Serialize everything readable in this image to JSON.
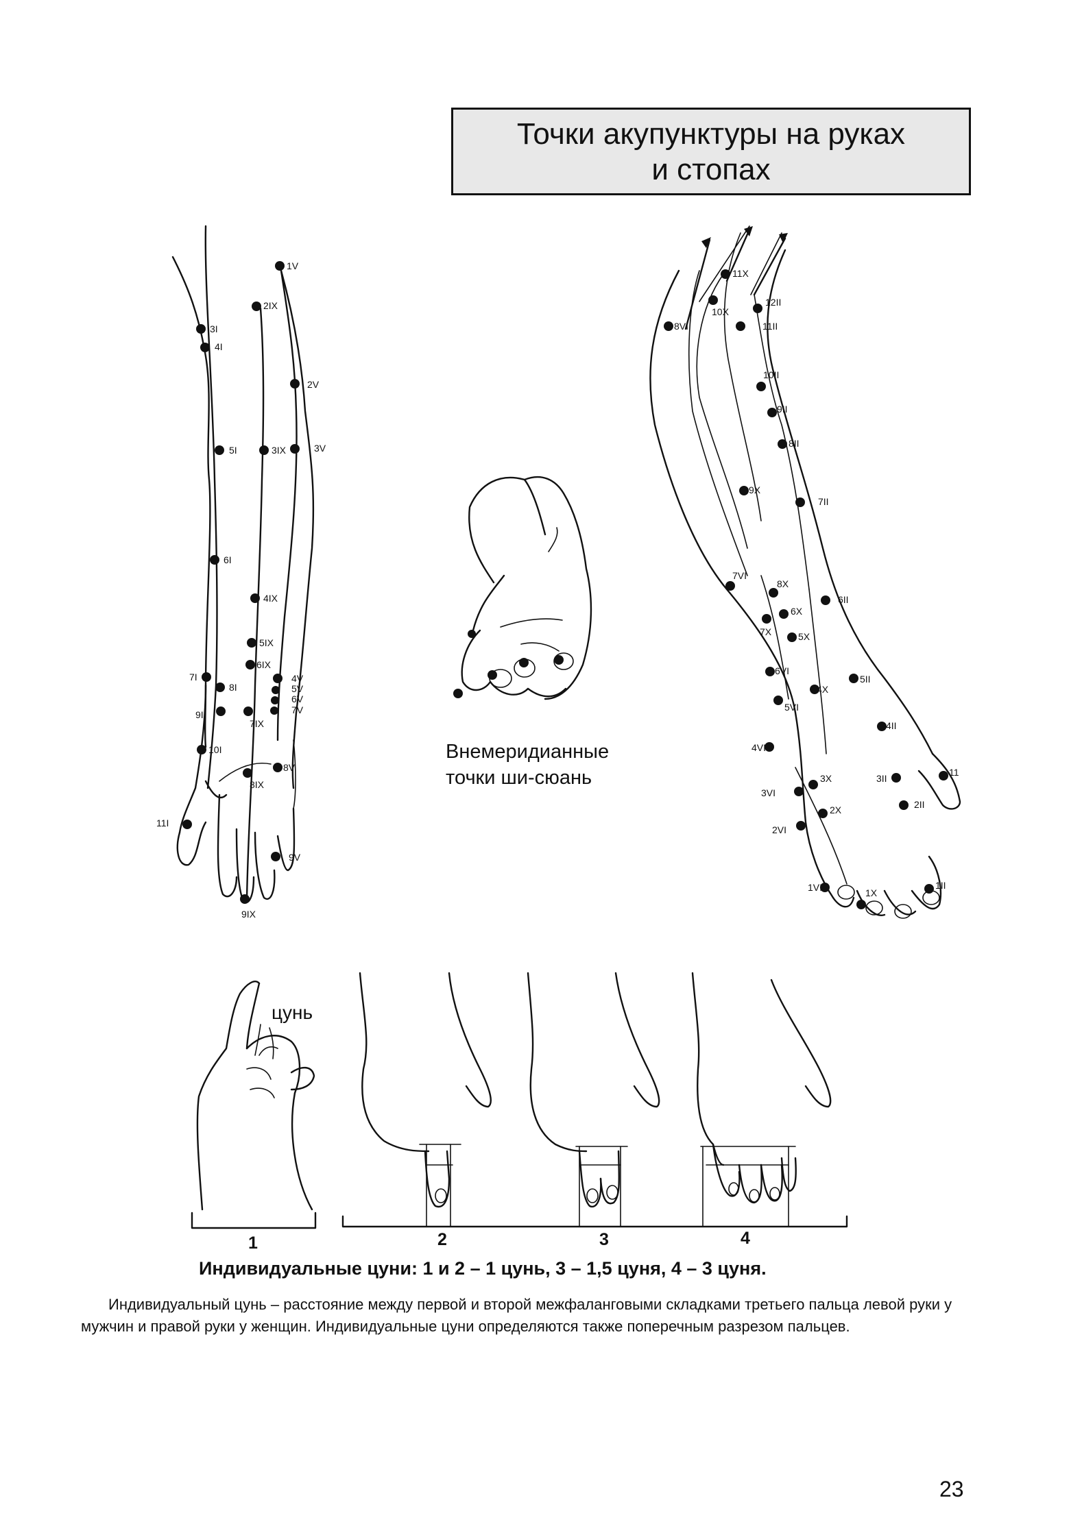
{
  "header": {
    "title_line1": "Точки акупунктуры на руках",
    "title_line2": "и стопах"
  },
  "left_arm": {
    "points": [
      "1V",
      "2IX",
      "3I",
      "4I",
      "2V",
      "5I",
      "3IX",
      "3V",
      "6I",
      "4IX",
      "5IX",
      "6IX",
      "4V",
      "5V",
      "6V",
      "7V",
      "7I",
      "8I",
      "9I",
      "7IX",
      "10I",
      "8V",
      "8IX",
      "11I",
      "9V",
      "9IX"
    ]
  },
  "right_arm": {
    "points": [
      "11X",
      "8VI",
      "10X",
      "12II",
      "11II",
      "10II",
      "9II",
      "8II",
      "9X",
      "7II",
      "7VI",
      "8X",
      "6X",
      "7X",
      "5X",
      "6II",
      "6VI",
      "5II",
      "4X",
      "5VI",
      "4II",
      "4VI",
      "3X",
      "3II",
      "11",
      "3VI",
      "2X",
      "2II",
      "2VI",
      "1VI",
      "1X",
      "1II"
    ]
  },
  "extra_points": {
    "caption_line1": "Внемеридианные",
    "caption_line2": "точки ши-сюань"
  },
  "cun_figure": {
    "label": "цунь",
    "scale_numbers": [
      "1",
      "2",
      "3",
      "4"
    ]
  },
  "caption": "Индивидуальные цуни: 1 и 2 – 1 цунь, 3 – 1,5 цуня, 4 – 3 цуня.",
  "paragraph": "Индивидуальный цунь – расстояние между первой и второй межфаланговыми складками третьего пальца левой руки у мужчин и правой руки у женщин. Индивидуальные цуни определяются также поперечным разрезом пальцев.",
  "page_number": "23"
}
